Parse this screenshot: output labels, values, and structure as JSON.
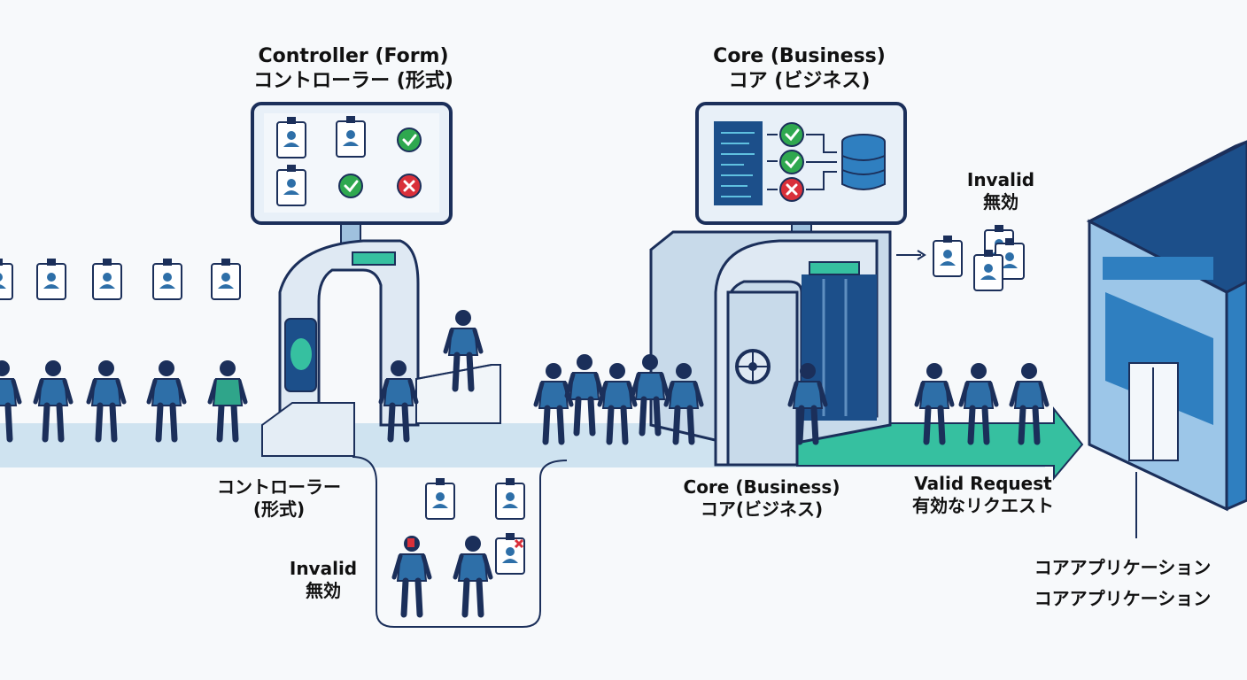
{
  "controller_title": {
    "en": "Controller (Form)",
    "ja": "コントローラー (形式)"
  },
  "core_title": {
    "en": "Core (Business)",
    "ja": "コア (ビジネス)"
  },
  "invalid_top": {
    "en": "Invalid",
    "ja": "無効"
  },
  "controller_floor_label": {
    "line1": "コントローラー",
    "line2": "(形式)"
  },
  "invalid_bottom": {
    "en": "Invalid",
    "ja": "無効"
  },
  "core_floor_label": {
    "en": "Core (Business)",
    "ja": "コア(ビジネス)"
  },
  "valid_request": {
    "en": "Valid Request",
    "ja": "有効なリクエスト"
  },
  "core_app": {
    "line1": "コアアプリケーション",
    "line2": "コアアプリケーション"
  },
  "colors": {
    "navy": "#1b2f5a",
    "person_blue": "#2e6fa8",
    "person_teal": "#2fa58a",
    "gate_light": "#dfe9f3",
    "screen_bg": "#e8f0f8",
    "path": "#cfe3f0",
    "valid_arrow": "#36c0a0",
    "ok_green": "#2fa84f",
    "bad_red": "#d9303a",
    "building": "#2f7fc0",
    "building_dark": "#1c4f8a"
  },
  "icons": [
    "id-badge-icon",
    "check-icon",
    "cross-icon",
    "database-icon",
    "fingerprint-icon",
    "vault-wheel-icon",
    "arrow-right-icon"
  ]
}
